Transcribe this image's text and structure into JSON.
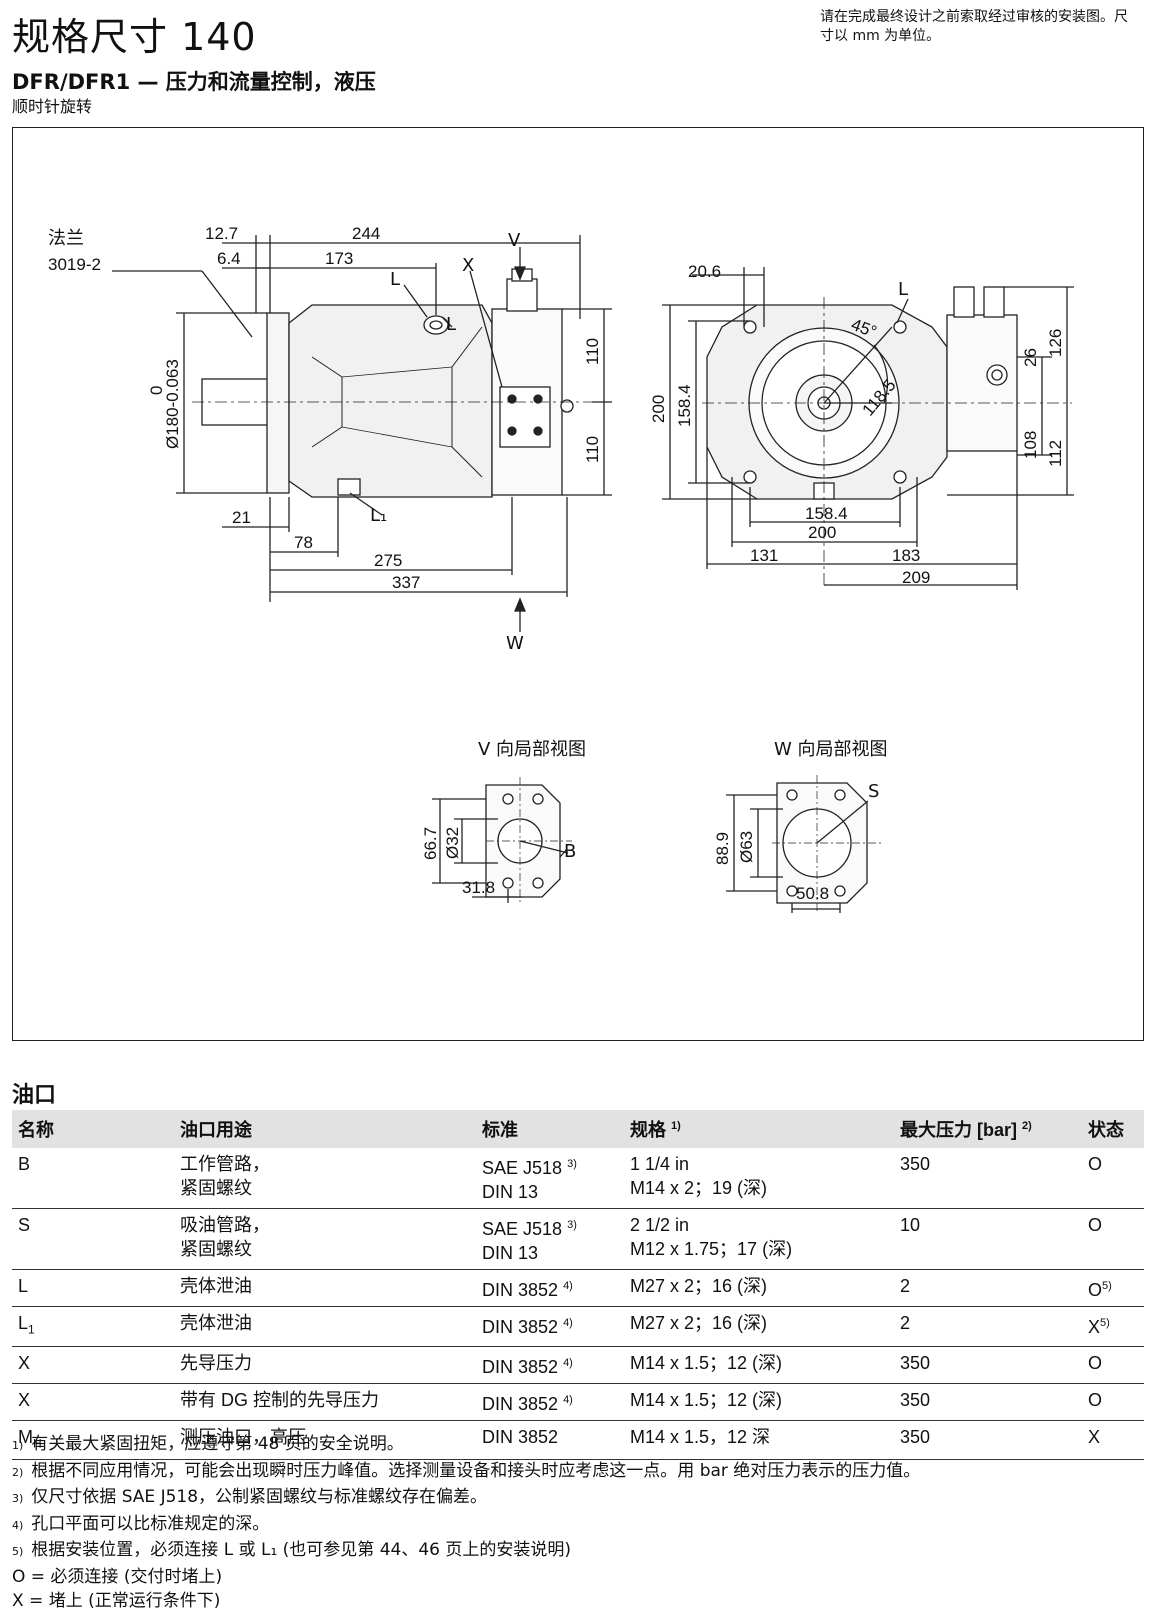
{
  "header": {
    "title": "规格尺寸 140",
    "note": "请在完成最终设计之前索取经过审核的安装图。尺寸以 mm 为单位。",
    "subtitle": "DFR/DFR1 — 压力和流量控制，液压",
    "rotation": "顺时针旋转"
  },
  "drawing": {
    "flange_label": "法兰",
    "flange_code": "3019-2",
    "view_v_title": "V 向局部视图",
    "view_w_title": "W 向局部视图",
    "letters": {
      "V": "V",
      "W": "W",
      "X": "X",
      "L": "L",
      "L1": "L₁",
      "B": "B",
      "S": "S"
    },
    "side_view_dims": {
      "d12_7": "12.7",
      "d244": "244",
      "d6_4": "6.4",
      "d173": "173",
      "d110_top": "110",
      "d110_bottom": "110",
      "shaft_dia": "Ø180-0.063",
      "shaft_dia_upper": "0",
      "d21": "21",
      "d78": "78",
      "d275": "275",
      "d337": "337"
    },
    "front_view_dims": {
      "d20_6": "20.6",
      "d45": "45°",
      "d118_5": "118.5",
      "d200_v": "200",
      "d158_4_v": "158.4",
      "d26": "26",
      "d126": "126",
      "d108": "108",
      "d112": "112",
      "d158_4_h": "158.4",
      "d200_h": "200",
      "d131": "131",
      "d183": "183",
      "d209": "209"
    },
    "view_v_dims": {
      "d66_7": "66.7",
      "d32": "Ø32",
      "d31_8": "31.8"
    },
    "view_w_dims": {
      "d88_9": "88.9",
      "d63": "Ø63",
      "d50_8": "50.8"
    }
  },
  "ports": {
    "heading": "油口",
    "columns": {
      "name": "名称",
      "use": "油口用途",
      "standard": "标准",
      "spec": "规格",
      "spec_note": "1)",
      "pressure": "最大压力 [bar]",
      "pressure_note": "2)",
      "state": "状态"
    },
    "rows": [
      {
        "name": "B",
        "sub": "",
        "use1": "工作管路，",
        "use2": "紧固螺纹",
        "std1": "SAE J518",
        "std1_note": "3)",
        "std2": "DIN 13",
        "spec1": "1 1/4 in",
        "spec2": "M14 x 2；19 (深)",
        "pressure": "350",
        "state": "O",
        "state_note": ""
      },
      {
        "name": "S",
        "sub": "",
        "use1": "吸油管路，",
        "use2": "紧固螺纹",
        "std1": "SAE J518",
        "std1_note": "3)",
        "std2": "DIN 13",
        "spec1": "2 1/2 in",
        "spec2": "M12 x 1.75；17 (深)",
        "pressure": "10",
        "state": "O",
        "state_note": ""
      },
      {
        "name": "L",
        "sub": "",
        "use1": "壳体泄油",
        "use2": "",
        "std1": "DIN 3852",
        "std1_note": "4)",
        "std2": "",
        "spec1": "M27 x 2；16 (深)",
        "spec2": "",
        "pressure": "2",
        "state": "O",
        "state_note": "5)"
      },
      {
        "name": "L",
        "sub": "1",
        "use1": "壳体泄油",
        "use2": "",
        "std1": "DIN 3852",
        "std1_note": "4)",
        "std2": "",
        "spec1": "M27 x 2；16 (深)",
        "spec2": "",
        "pressure": "2",
        "state": "X",
        "state_note": "5)"
      },
      {
        "name": "X",
        "sub": "",
        "use1": "先导压力",
        "use2": "",
        "std1": "DIN 3852",
        "std1_note": "4)",
        "std2": "",
        "spec1": "M14 x 1.5；12 (深)",
        "spec2": "",
        "pressure": "350",
        "state": "O",
        "state_note": ""
      },
      {
        "name": "X",
        "sub": "",
        "use1": "带有 DG 控制的先导压力",
        "use2": "",
        "std1": "DIN 3852",
        "std1_note": "4)",
        "std2": "",
        "spec1": "M14 x 1.5；12 (深)",
        "spec2": "",
        "pressure": "350",
        "state": "O",
        "state_note": ""
      },
      {
        "name": "M",
        "sub": "H",
        "use1": "测压油口，高压",
        "use2": "",
        "std1": "DIN 3852",
        "std1_note": "",
        "std2": "",
        "spec1": "M14 x 1.5，12 深",
        "spec2": "",
        "pressure": "350",
        "state": "X",
        "state_note": ""
      }
    ]
  },
  "footnotes": [
    {
      "num": "1)",
      "text": "有关最大紧固扭矩，应遵守第 48 页的安全说明。"
    },
    {
      "num": "2)",
      "text": "根据不同应用情况，可能会出现瞬时压力峰值。选择测量设备和接头时应考虑这一点。用 bar 绝对压力表示的压力值。"
    },
    {
      "num": "3)",
      "text": "仅尺寸依据 SAE J518，公制紧固螺纹与标准螺纹存在偏差。"
    },
    {
      "num": "4)",
      "text": "孔口平面可以比标准规定的深。"
    },
    {
      "num": "5)",
      "text": "根据安装位置，必须连接 L 或 L₁ (也可参见第 44、46 页上的安装说明)"
    },
    {
      "num": "",
      "text": "O = 必须连接 (交付时堵上)"
    },
    {
      "num": "",
      "text": "X = 堵上 (正常运行条件下)"
    }
  ]
}
